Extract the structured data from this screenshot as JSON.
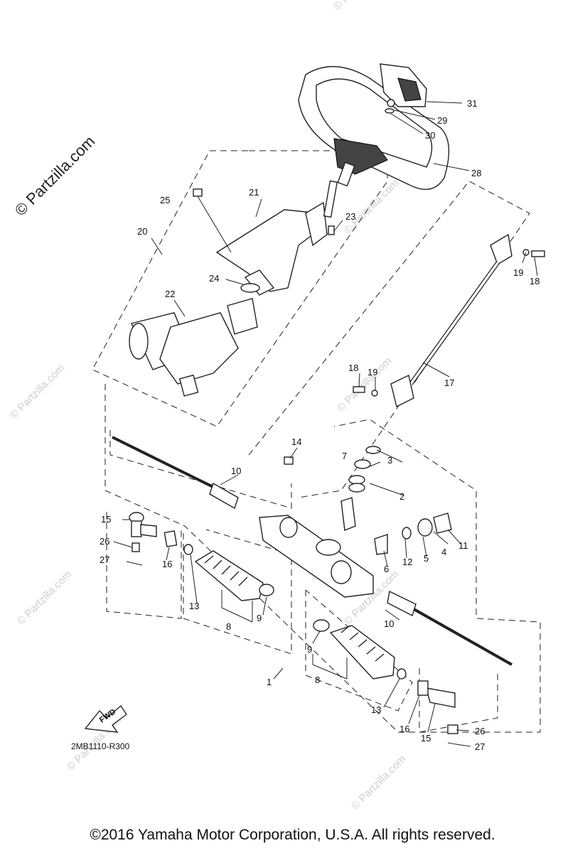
{
  "watermark": {
    "main": "© Partzilla.com",
    "repeat": "© Partzilla.com"
  },
  "diagram_code": "2MB1110-R300",
  "fwd_label": "FWD",
  "copyright": "©2016 Yamaha Motor Corporation, U.S.A. All rights reserved.",
  "callouts": {
    "c1": "1",
    "c2": "2",
    "c3": "3",
    "c4": "4",
    "c5": "5",
    "c6": "6",
    "c7": "7",
    "c8a": "8",
    "c8b": "8",
    "c9a": "9",
    "c9b": "9",
    "c10a": "10",
    "c10b": "10",
    "c11": "11",
    "c12": "12",
    "c13a": "13",
    "c13b": "13",
    "c14": "14",
    "c15a": "15",
    "c15b": "15",
    "c16a": "16",
    "c16b": "16",
    "c17": "17",
    "c18a": "18",
    "c18b": "18",
    "c19a": "19",
    "c19b": "19",
    "c20": "20",
    "c21": "21",
    "c22": "22",
    "c23": "23",
    "c24": "24",
    "c25": "25",
    "c26a": "26",
    "c26b": "26",
    "c27a": "27",
    "c27b": "27",
    "c28": "28",
    "c29": "29",
    "c30": "30",
    "c31": "31"
  }
}
